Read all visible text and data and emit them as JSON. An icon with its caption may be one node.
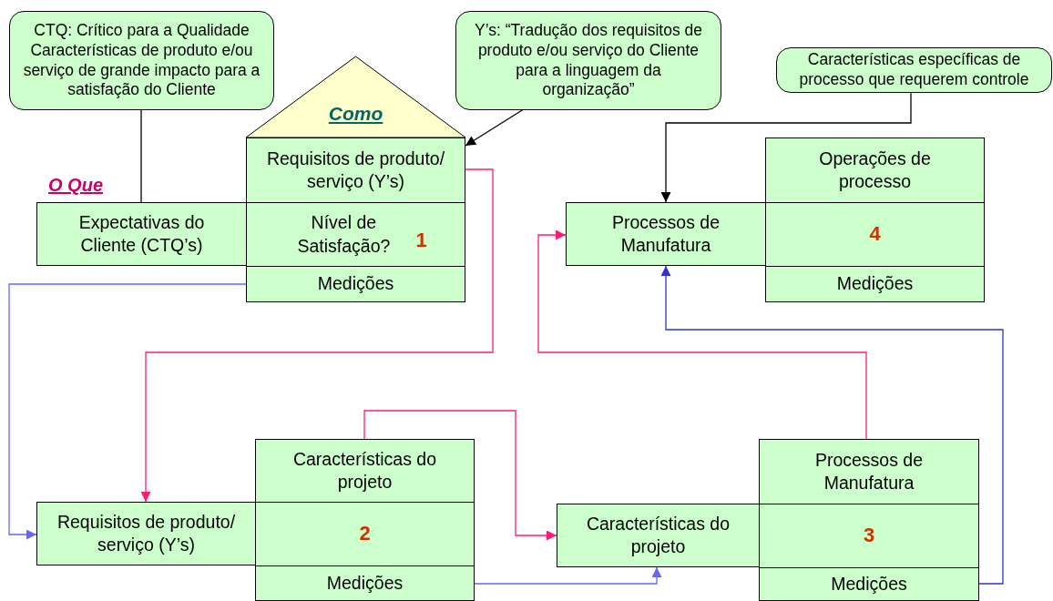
{
  "diagram": {
    "nodes": [
      {
        "text": [
          "CTQ: Crítico para a Qualidade Características de produto e/ou serviço de grande impacto para a satisfação do Cliente"
        ]
      },
      {
        "text": [
          "Y’s: “Tradução dos requisitos de produto e/ou serviço do Cliente para a linguagem da organização”"
        ]
      },
      {
        "text": [
          "Características específicas de processo que requerem controle"
        ]
      },
      {
        "text": [
          "Como"
        ]
      },
      {
        "text": [
          "Expectativas do Cliente (CTQ’s)"
        ],
        "beside": [
          "O Que"
        ]
      },
      {
        "text": [
          "Requisitos de produto/ serviço (Y’s)"
        ]
      },
      {
        "text": [
          "Nível de Satisfação?",
          "1"
        ]
      },
      {
        "text": [
          "Medições"
        ]
      },
      {
        "text": [
          "Processos de Manufatura"
        ]
      },
      {
        "text": [
          "Operações de processo"
        ]
      },
      {
        "text": [
          "4"
        ]
      },
      {
        "text": [
          "Medições"
        ]
      },
      {
        "text": [
          "Requisitos de produto/ serviço (Y’s)"
        ]
      },
      {
        "text": [
          "Características do projeto"
        ]
      },
      {
        "text": [
          "2"
        ]
      },
      {
        "text": [
          "Medições"
        ]
      },
      {
        "text": [
          "Características do projeto"
        ]
      },
      {
        "text": [
          "Processos de Manufatura"
        ]
      },
      {
        "text": [
          "3"
        ]
      },
      {
        "text": [
          "Medições"
        ]
      }
    ],
    "edges": [
      {
        "from": 0,
        "to": 4,
        "arrow": "none"
      },
      {
        "from": 1,
        "to": 5,
        "arrow": "to"
      },
      {
        "from": 2,
        "to": 8,
        "arrow": "to"
      },
      {
        "from": 7,
        "to": 12,
        "arrow": "to",
        "color": "#6666ff"
      },
      {
        "from": 5,
        "to": 12,
        "arrow": "to",
        "color": "#ff1a75"
      },
      {
        "from": 13,
        "to": 16,
        "arrow": "to",
        "color": "#ff1a75"
      },
      {
        "from": 15,
        "to": 16,
        "arrow": "to",
        "color": "#6666ff"
      },
      {
        "from": 17,
        "to": 8,
        "arrow": "to",
        "color": "#ff1a75"
      },
      {
        "from": 19,
        "to": 8,
        "arrow": "to",
        "color": "#3333cc"
      }
    ]
  }
}
